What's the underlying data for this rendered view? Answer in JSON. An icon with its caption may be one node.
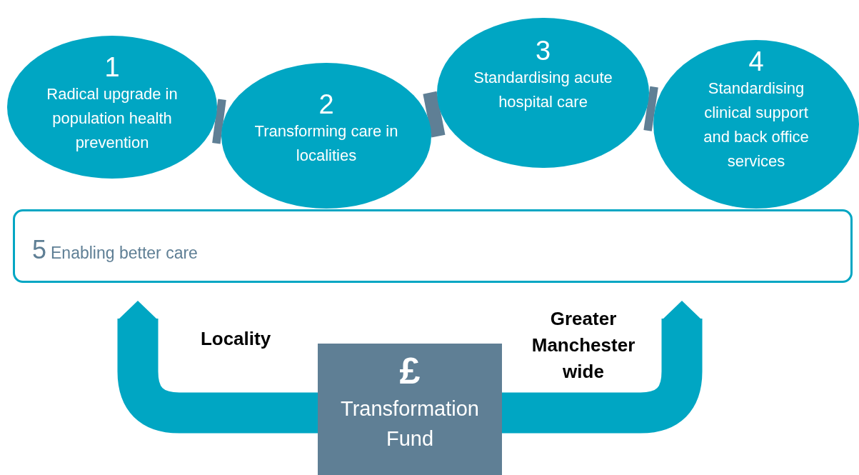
{
  "diagram": {
    "nodes": [
      {
        "text": [
          "1",
          "Radical upgrade in population health prevention"
        ]
      },
      {
        "text": [
          "2",
          "Transforming care in localities"
        ]
      },
      {
        "text": [
          "3",
          "Standardising acute hospital care"
        ]
      },
      {
        "text": [
          "4",
          "Standardising clinical support and back office services"
        ]
      },
      {
        "text": [
          "5",
          "Enabling better care"
        ]
      },
      {
        "text": [
          "£",
          "Transformation Fund"
        ]
      }
    ],
    "edges": [
      {
        "from": 0,
        "to": 1,
        "arrow": "none"
      },
      {
        "from": 1,
        "to": 2,
        "arrow": "none"
      },
      {
        "from": 2,
        "to": 3,
        "arrow": "none"
      },
      {
        "from": 5,
        "to": 4,
        "arrow": "to",
        "color": "#00a6c3",
        "label": "Locality"
      },
      {
        "from": 5,
        "to": 4,
        "arrow": "to",
        "color": "#00a6c3",
        "label": "Greater Manchester wide"
      }
    ]
  }
}
